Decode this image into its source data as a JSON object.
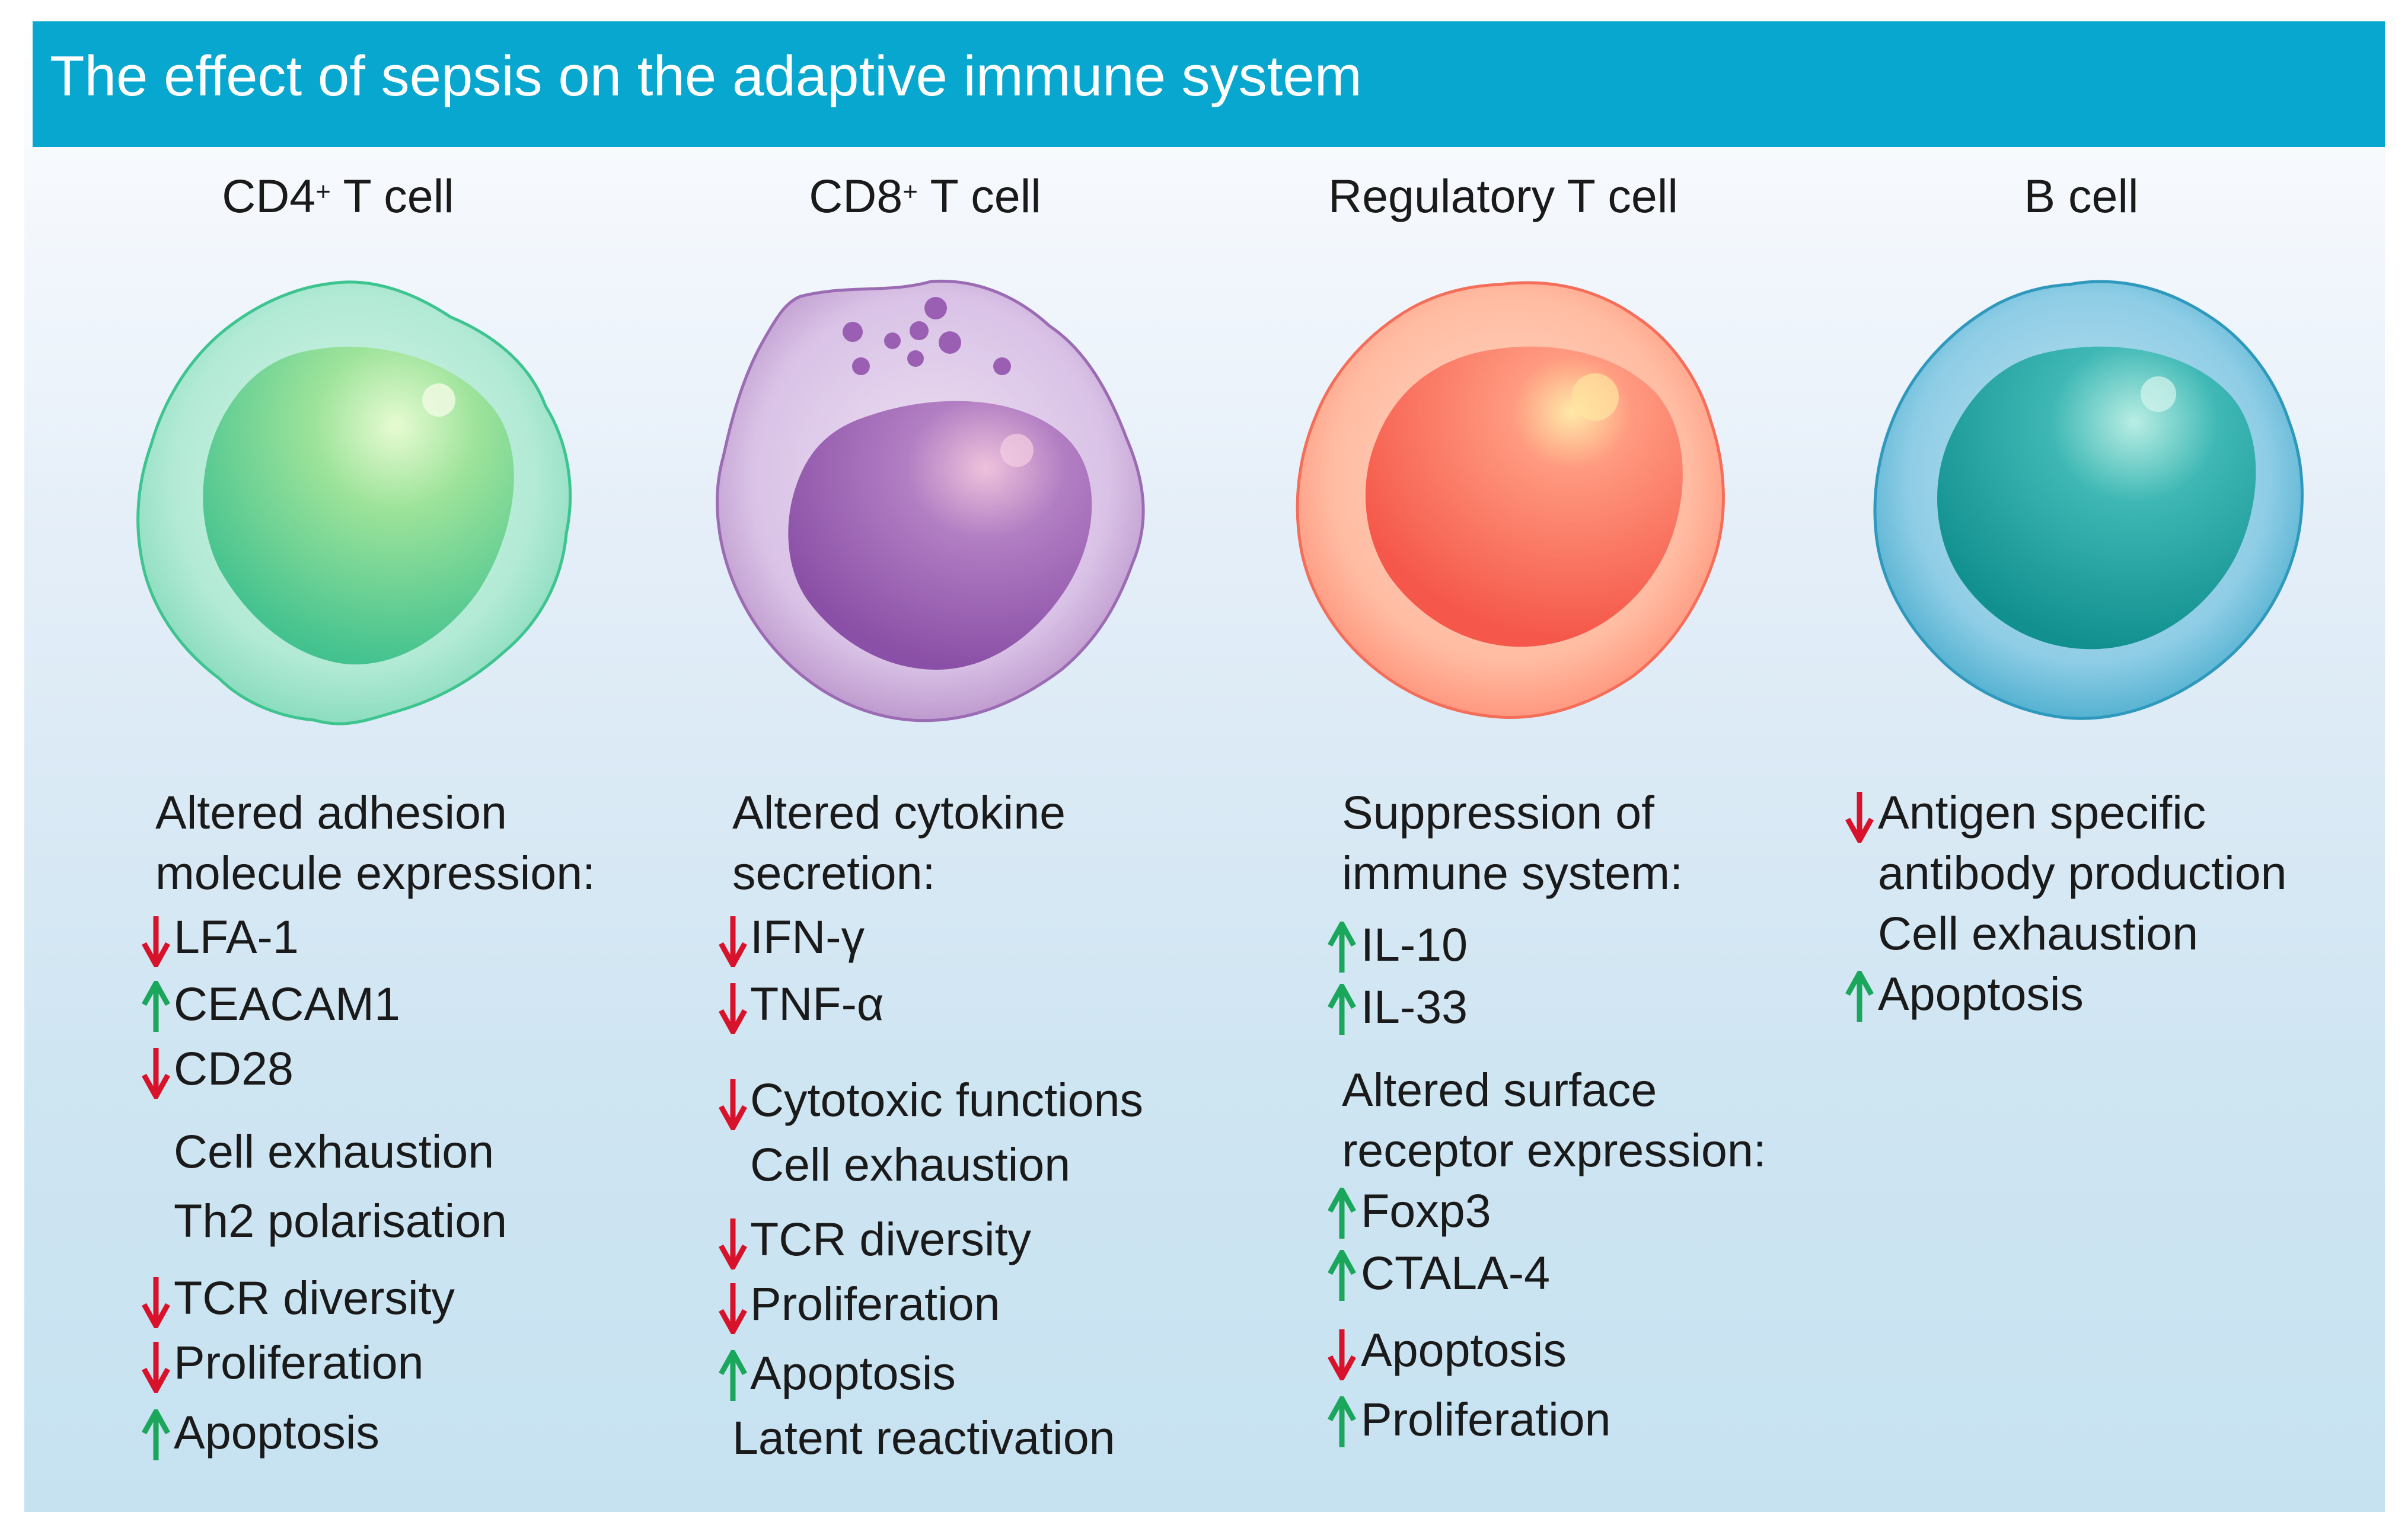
{
  "title": "The effect of sepsis on the adaptive immune system",
  "colors": {
    "title_bar": "#08a7cf",
    "arrow_down": "#d7122a",
    "arrow_up": "#1aa65b",
    "cd4_cell": "#7ed8b8",
    "cd8_cell": "#b58cc6",
    "treg_cell": "#ff8a72",
    "bcell_cell": "#3ea8c9"
  },
  "columns": [
    {
      "title": "CD4",
      "sup": "+",
      "title_suffix": " T cell",
      "header_lines": [
        "Altered adhesion",
        "molecule expression:"
      ],
      "items": [
        {
          "arrow": "down",
          "text": "LFA-1"
        },
        {
          "arrow": "up",
          "text": "CEACAM1"
        },
        {
          "arrow": "down",
          "text": "CD28"
        },
        {
          "arrow": "none",
          "text": "Cell exhaustion"
        },
        {
          "arrow": "none",
          "text": "Th2 polarisation"
        },
        {
          "arrow": "down",
          "text": "TCR diversity"
        },
        {
          "arrow": "down",
          "text": "Proliferation"
        },
        {
          "arrow": "up",
          "text": "Apoptosis"
        }
      ]
    },
    {
      "title": "CD8",
      "sup": "+",
      "title_suffix": " T cell",
      "header_lines": [
        "Altered cytokine",
        "secretion:"
      ],
      "items": [
        {
          "arrow": "down",
          "text": "IFN-γ"
        },
        {
          "arrow": "down",
          "text": "TNF-α"
        },
        {
          "arrow": "down",
          "text": "Cytotoxic functions"
        },
        {
          "arrow": "none",
          "text": "Cell exhaustion"
        },
        {
          "arrow": "down",
          "text": "TCR diversity"
        },
        {
          "arrow": "down",
          "text": "Proliferation"
        },
        {
          "arrow": "up",
          "text": "Apoptosis"
        },
        {
          "arrow": "none",
          "text": "Latent reactivation"
        }
      ]
    },
    {
      "title": "Regulatory T cell",
      "sup": "",
      "title_suffix": "",
      "header_lines": [
        "Suppression of",
        "immune system:"
      ],
      "items": [
        {
          "arrow": "up",
          "text": "IL-10"
        },
        {
          "arrow": "up",
          "text": "IL-33"
        },
        {
          "arrow": "none",
          "text": "Altered surface"
        },
        {
          "arrow": "none",
          "text": "receptor expression:"
        },
        {
          "arrow": "up",
          "text": "Foxp3"
        },
        {
          "arrow": "up",
          "text": "CTALA-4"
        },
        {
          "arrow": "down",
          "text": "Apoptosis"
        },
        {
          "arrow": "up",
          "text": "Proliferation"
        }
      ]
    },
    {
      "title": "B cell",
      "sup": "",
      "title_suffix": "",
      "header_lines": [],
      "items": [
        {
          "arrow": "down",
          "text": "Antigen specific"
        },
        {
          "arrow": "none",
          "text": "antibody production"
        },
        {
          "arrow": "none",
          "text": "Cell exhaustion"
        },
        {
          "arrow": "up",
          "text": "Apoptosis"
        }
      ]
    }
  ]
}
